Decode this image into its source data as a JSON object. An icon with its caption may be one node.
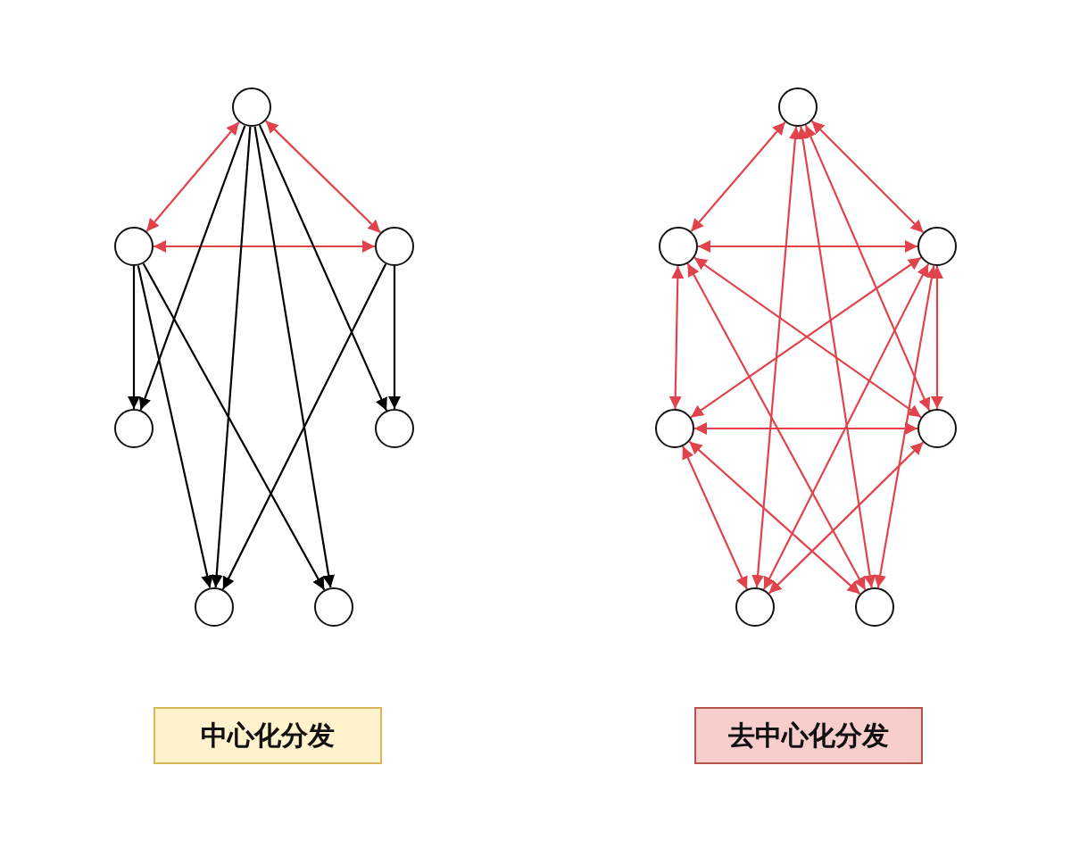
{
  "diagram": {
    "nodes": [
      {
        "text": [],
        "shape": "circle"
      },
      {
        "text": [],
        "shape": "circle"
      },
      {
        "text": [],
        "shape": "circle"
      },
      {
        "text": [],
        "shape": "circle"
      },
      {
        "text": [],
        "shape": "circle"
      },
      {
        "text": [],
        "shape": "circle"
      },
      {
        "text": [],
        "shape": "circle"
      },
      {
        "text": [],
        "shape": "circle"
      },
      {
        "text": [],
        "shape": "circle"
      },
      {
        "text": [],
        "shape": "circle"
      },
      {
        "text": [],
        "shape": "circle"
      },
      {
        "text": [],
        "shape": "circle"
      },
      {
        "text": [],
        "shape": "circle"
      },
      {
        "text": [],
        "shape": "circle"
      },
      {
        "text": [
          "中心化分发"
        ]
      },
      {
        "text": [
          "去中心化分发"
        ]
      }
    ],
    "edges": [
      {
        "from": 0,
        "to": 1,
        "arrow": "both"
      },
      {
        "from": 0,
        "to": 2,
        "arrow": "both"
      },
      {
        "from": 1,
        "to": 2,
        "arrow": "both"
      },
      {
        "from": 0,
        "to": 3,
        "arrow": "to",
        "color": "#000000"
      },
      {
        "from": 0,
        "to": 5,
        "arrow": "to",
        "color": "#000000"
      },
      {
        "from": 0,
        "to": 6,
        "arrow": "to",
        "color": "#000000"
      },
      {
        "from": 0,
        "to": 4,
        "arrow": "to",
        "color": "#000000"
      },
      {
        "from": 1,
        "to": 3,
        "arrow": "to",
        "color": "#000000"
      },
      {
        "from": 1,
        "to": 5,
        "arrow": "to",
        "color": "#000000"
      },
      {
        "from": 1,
        "to": 6,
        "arrow": "to",
        "color": "#000000"
      },
      {
        "from": 2,
        "to": 5,
        "arrow": "to",
        "color": "#000000"
      },
      {
        "from": 2,
        "to": 4,
        "arrow": "to",
        "color": "#000000"
      },
      {
        "from": 7,
        "to": 8,
        "arrow": "both"
      },
      {
        "from": 7,
        "to": 9,
        "arrow": "both"
      },
      {
        "from": 7,
        "to": 12,
        "arrow": "both"
      },
      {
        "from": 7,
        "to": 13,
        "arrow": "both"
      },
      {
        "from": 7,
        "to": 11,
        "arrow": "both"
      },
      {
        "from": 8,
        "to": 9,
        "arrow": "both"
      },
      {
        "from": 8,
        "to": 10,
        "arrow": "both"
      },
      {
        "from": 8,
        "to": 11,
        "arrow": "both"
      },
      {
        "from": 8,
        "to": 13,
        "arrow": "both"
      },
      {
        "from": 9,
        "to": 10,
        "arrow": "both"
      },
      {
        "from": 9,
        "to": 11,
        "arrow": "both"
      },
      {
        "from": 9,
        "to": 12,
        "arrow": "both"
      },
      {
        "from": 9,
        "to": 13,
        "arrow": "both"
      },
      {
        "from": 10,
        "to": 11,
        "arrow": "both"
      },
      {
        "from": 10,
        "to": 12,
        "arrow": "both"
      },
      {
        "from": 10,
        "to": 13,
        "arrow": "both"
      },
      {
        "from": 11,
        "to": 12,
        "arrow": "both"
      }
    ]
  }
}
